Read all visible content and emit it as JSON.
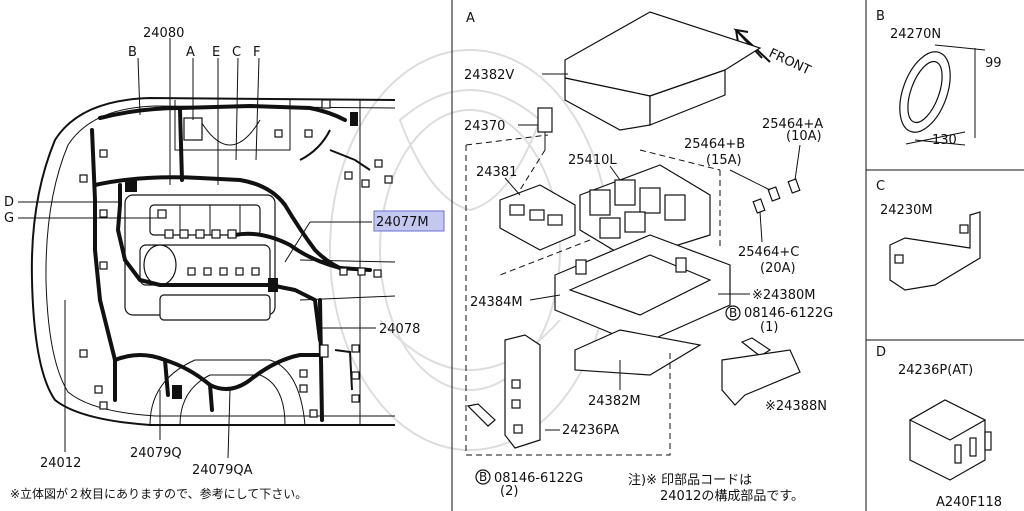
{
  "sections": {
    "main_label_a": "A",
    "label_b": "B",
    "label_c": "C",
    "label_d": "D"
  },
  "left": {
    "callouts": {
      "p24080": "24080",
      "B": "B",
      "A": "A",
      "E": "E",
      "C": "C",
      "F": "F",
      "D": "D",
      "G": "G",
      "p24077M": "24077M",
      "p24078": "24078",
      "p24012": "24012",
      "p24079Q": "24079Q",
      "p24079QA": "24079QA"
    },
    "footnote": "※立体図が２枚目にありますので、参考にして下さい。"
  },
  "center": {
    "callouts": {
      "p24382V": "24382V",
      "front": "FRONT",
      "p24370": "24370",
      "p25410L": "25410L",
      "p24381": "24381",
      "p25464B": "25464+B",
      "p25464B_amp": "(15A)",
      "p25464A": "25464+A",
      "p25464A_amp": "(10A)",
      "p25464C": "25464+C",
      "p25464C_amp": "(20A)",
      "p24384M": "24384M",
      "p24380M": "※24380M",
      "bolt_top": "08146-6122G",
      "bolt_top_qty": "(1)",
      "p24382M": "24382M",
      "p24388N": "※24388N",
      "p24236PA": "24236PA",
      "bolt_bottom": "08146-6122G",
      "bolt_bottom_qty": "(2)",
      "bolt_marker": "B"
    },
    "note_line1": "注)※ 印部品コードは",
    "note_line2": "24012の構成部品です。"
  },
  "right": {
    "b_part": "24270N",
    "b_dim_h": "99",
    "b_dim_w": "130",
    "c_part": "24230M",
    "d_part": "24236P(AT)",
    "figure_id": "A240F118"
  },
  "colors": {
    "highlight": "#c4c8f0",
    "line": "#111111"
  }
}
